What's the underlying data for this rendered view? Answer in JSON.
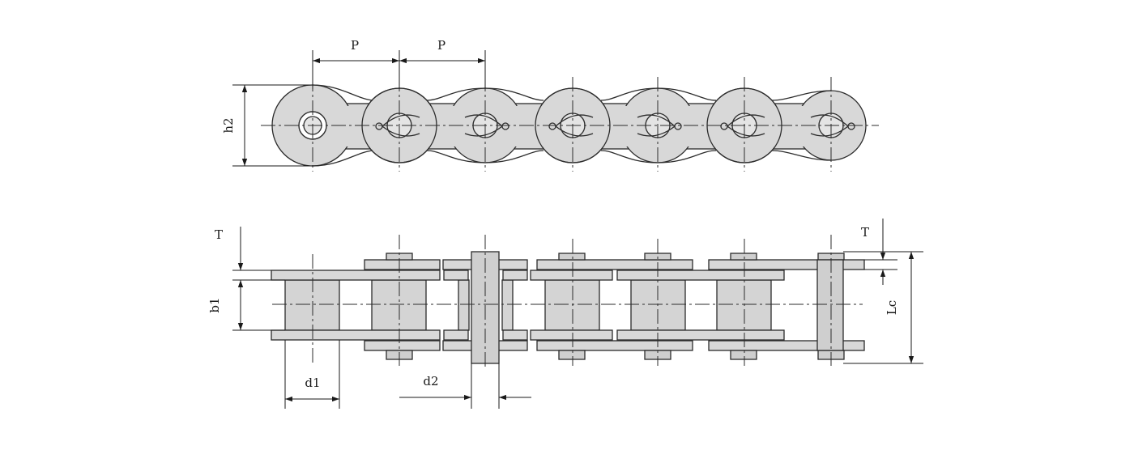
{
  "labels": {
    "pitch_1": "P",
    "pitch_2": "P",
    "plate_height": "h2",
    "plate_thickness_left": "T",
    "plate_thickness_right": "T",
    "inner_width": "b1",
    "pin_length": "Lc",
    "roller_diameter": "d1",
    "pin_diameter": "d2"
  },
  "colors": {
    "fill": "#d8d8d8",
    "line": "#2b2b2b",
    "background": "#ffffff"
  }
}
